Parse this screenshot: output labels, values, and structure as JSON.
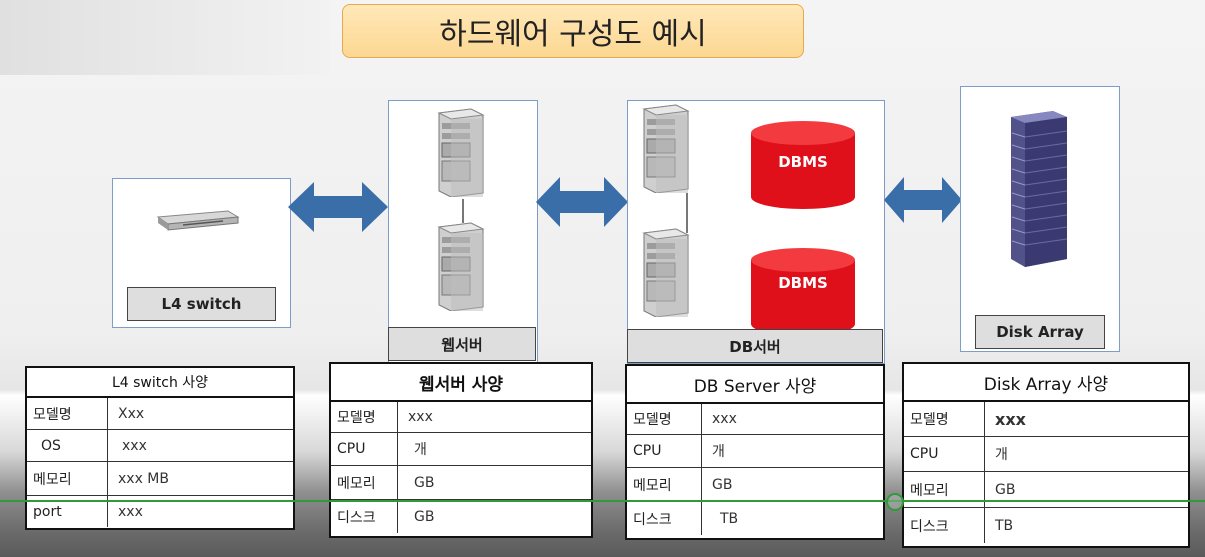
{
  "title": "하드웨어 구성도 예시",
  "nodes": {
    "l4": {
      "label": "L4 switch"
    },
    "web": {
      "label": "웹서버"
    },
    "db": {
      "label": "DB서버",
      "dbms1": "DBMS",
      "dbms2": "DBMS"
    },
    "disk": {
      "label": "Disk Array"
    }
  },
  "specs": {
    "l4": {
      "title": "L4 switch 사양",
      "rows": [
        {
          "k": "모델명",
          "v": "Xxx"
        },
        {
          "k": "OS",
          "v": "xxx"
        },
        {
          "k": "메모리",
          "v": "xxx MB"
        },
        {
          "k": "port",
          "v": "xxx"
        }
      ]
    },
    "web": {
      "title": "웹서버 사양",
      "rows": [
        {
          "k": "모델명",
          "v": "xxx"
        },
        {
          "k": "CPU",
          "v": "개"
        },
        {
          "k": "메모리",
          "v": "GB"
        },
        {
          "k": "디스크",
          "v": "GB"
        }
      ]
    },
    "db": {
      "title": "DB Server 사양",
      "rows": [
        {
          "k": "모델명",
          "v": "xxx"
        },
        {
          "k": "CPU",
          "v": "개"
        },
        {
          "k": "메모리",
          "v": "GB"
        },
        {
          "k": "디스크",
          "v": "TB"
        }
      ]
    },
    "disk": {
      "title": "Disk Array 사양",
      "rows": [
        {
          "k": "모델명",
          "v": "xxx"
        },
        {
          "k": "CPU",
          "v": "개"
        },
        {
          "k": "메모리",
          "v": "GB"
        },
        {
          "k": "디스크",
          "v": "TB"
        }
      ]
    }
  },
  "colors": {
    "arrow": "#3a6ea8",
    "dbms": "#e0101a",
    "title_bg": "#fcd792",
    "node_border": "#7d9cc7"
  }
}
